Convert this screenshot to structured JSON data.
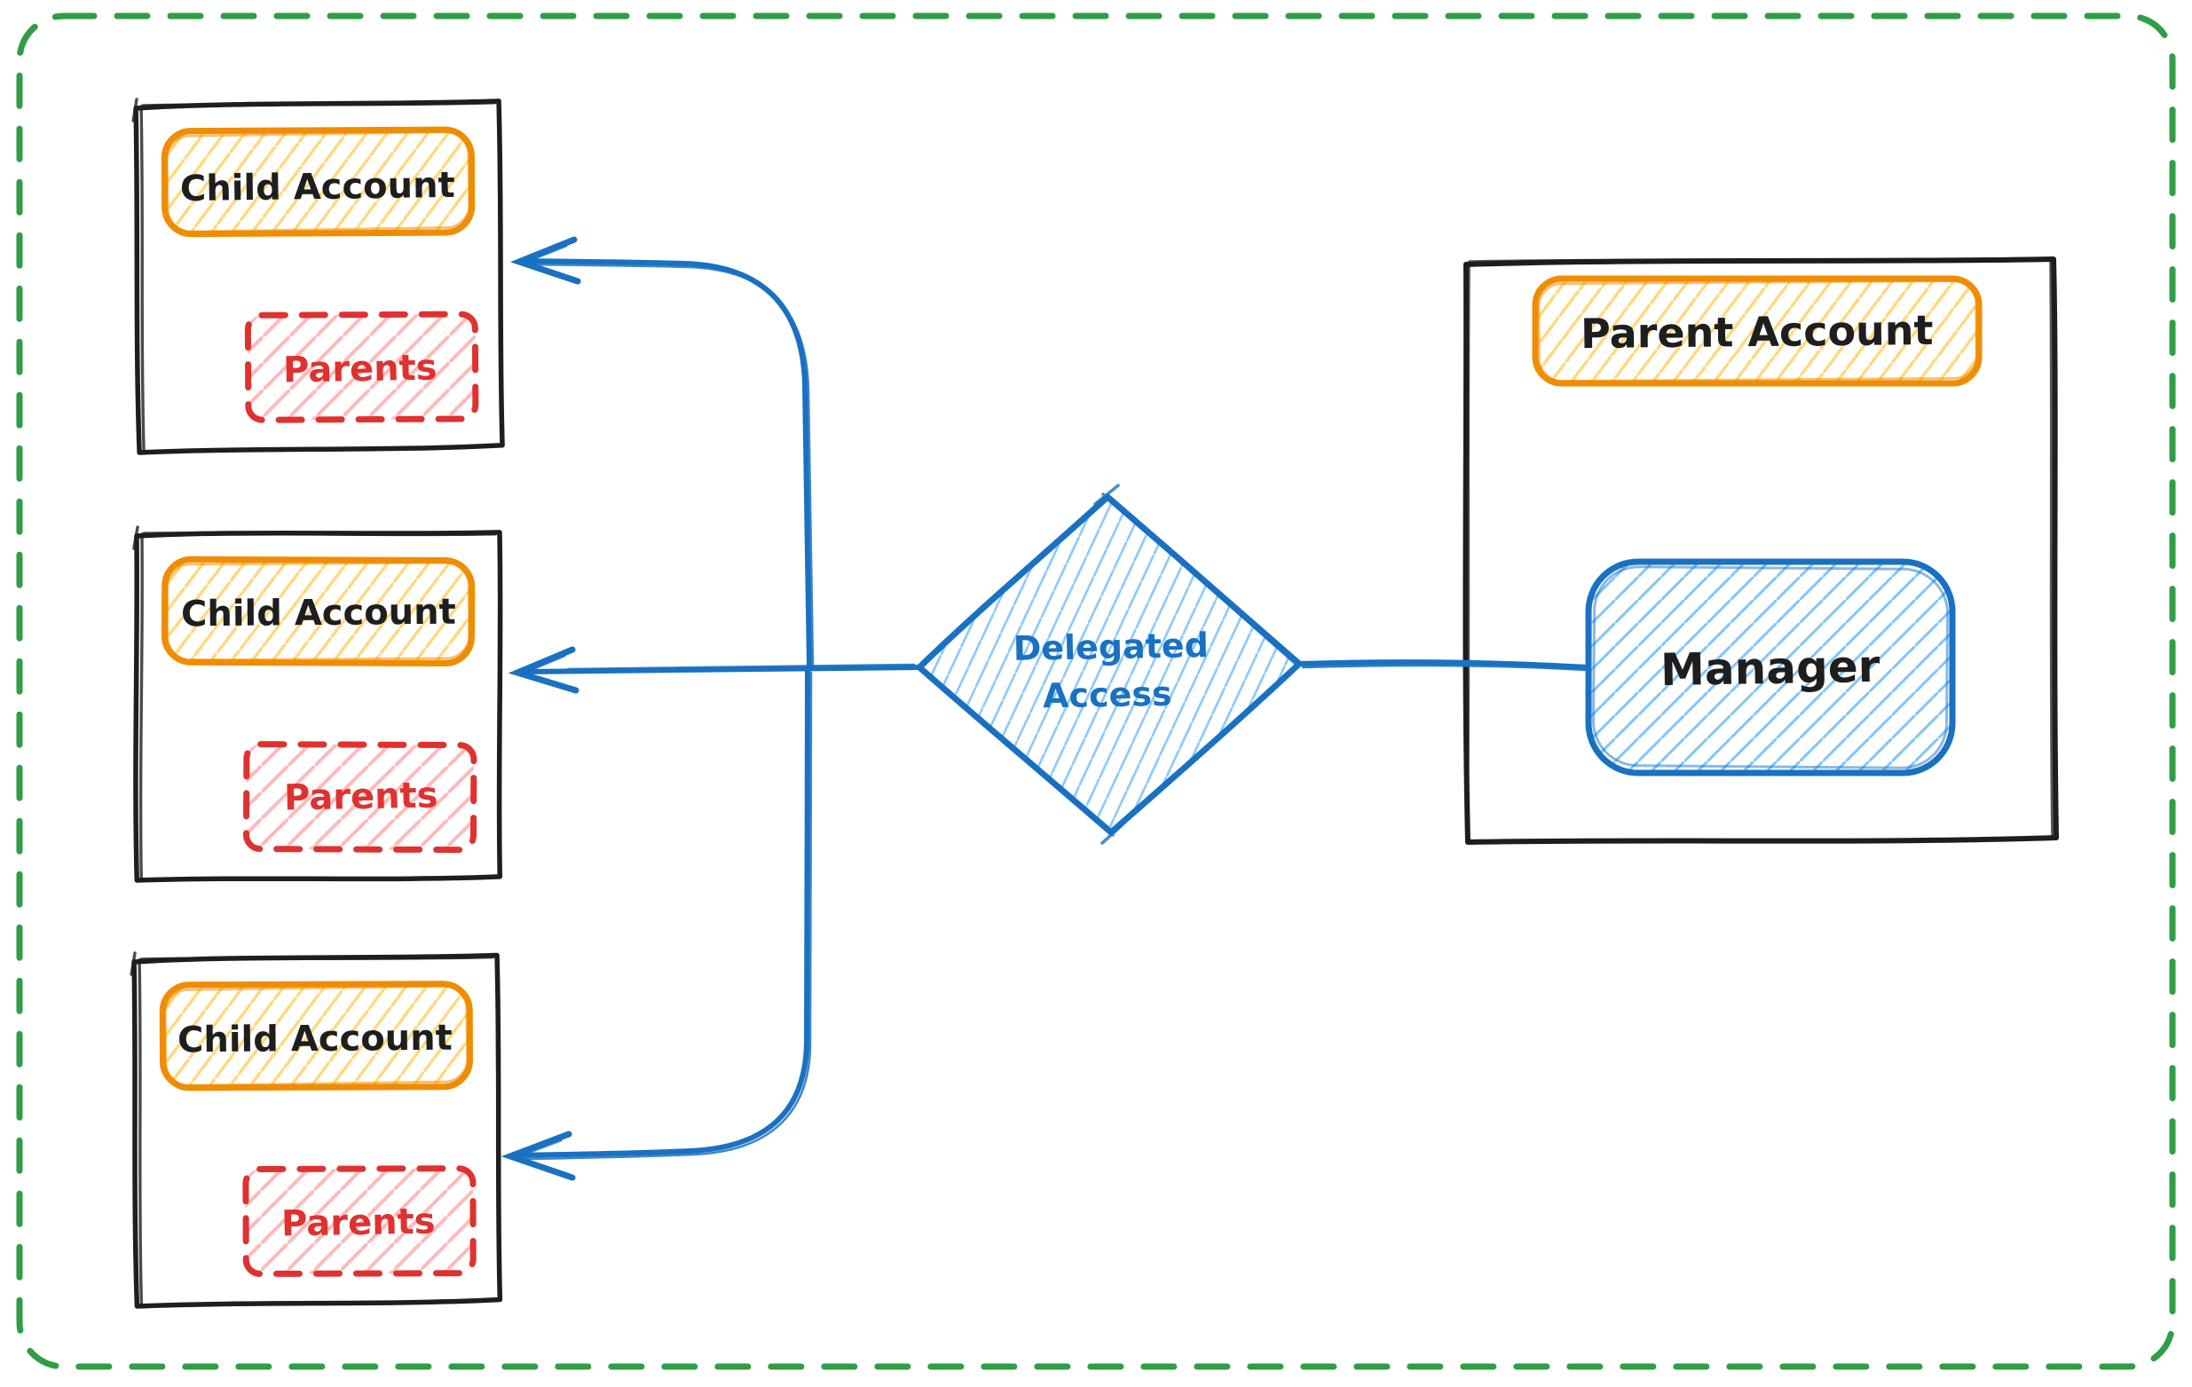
{
  "diagram": {
    "type": "flow-diagram",
    "style": "hand-drawn-sketch",
    "colors": {
      "background": "#ffffff",
      "border_green": "#2f9e44",
      "box_black": "#1e1e1e",
      "accent_orange": "#f08c00",
      "hatch_yellow": "#ffd87a",
      "accent_red": "#e03131",
      "hatch_pink": "#ffbdbd",
      "accent_blue": "#1971c2",
      "hatch_blue": "#74c0fc"
    },
    "child_boxes": [
      {
        "title": "Child Account",
        "inner": "Parents"
      },
      {
        "title": "Child Account",
        "inner": "Parents"
      },
      {
        "title": "Child Account",
        "inner": "Parents"
      }
    ],
    "decision": {
      "line1": "Delegated",
      "line2": "Access"
    },
    "parent_box": {
      "title": "Parent Account",
      "manager": "Manager"
    }
  }
}
